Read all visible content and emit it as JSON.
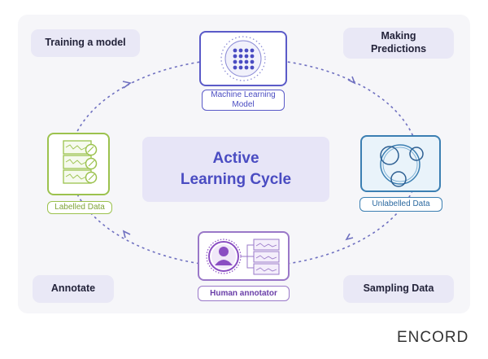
{
  "title": "Active Learning Cycle",
  "stages": {
    "training": "Training a model",
    "predictions": "Making Predictions",
    "annotate": "Annotate",
    "sampling": "Sampling Data"
  },
  "nodes": {
    "ml_model": "Machine Learning Model",
    "unlabelled": "Unlabelled Data",
    "human": "Human annotator",
    "labelled": "Labelled Data"
  },
  "colors": {
    "purple": "#5a5ac8",
    "green": "#9cc24e",
    "blue": "#3b7fb2",
    "violet": "#8a4ec2",
    "title": "#4a4cc2"
  },
  "brand": "ENCORD"
}
